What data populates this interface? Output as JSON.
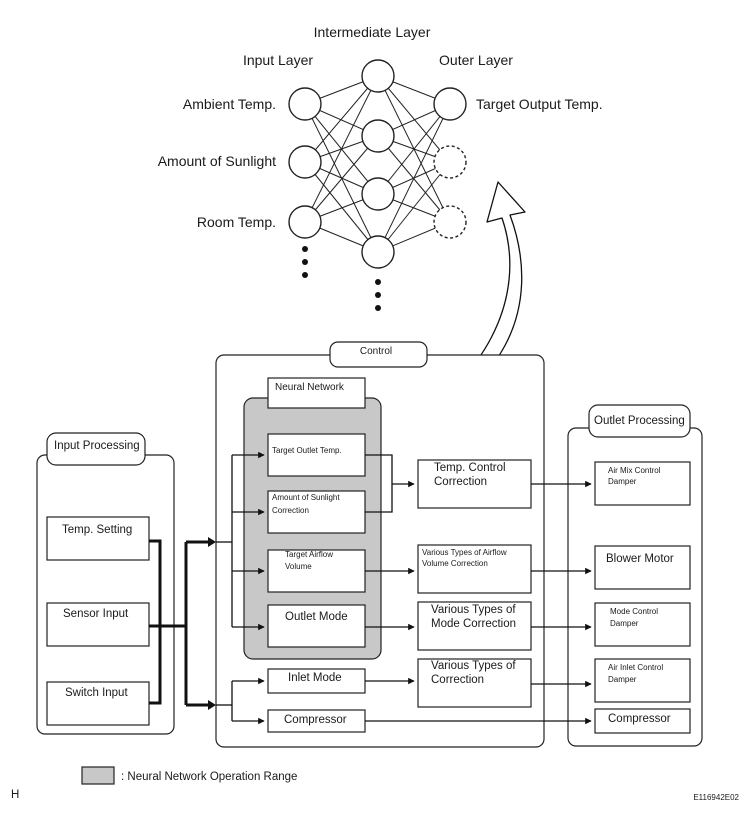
{
  "neural_network": {
    "intermediate_layer": "Intermediate Layer",
    "input_layer": "Input Layer",
    "outer_layer": "Outer Layer",
    "inputs": [
      "Ambient Temp.",
      "Amount of Sunlight",
      "Room Temp."
    ],
    "output": "Target Output Temp."
  },
  "input_processing": {
    "title": "Input Processing",
    "items": [
      "Temp. Setting",
      "Sensor Input",
      "Switch Input"
    ]
  },
  "control": {
    "title": "Control",
    "neural_network_title": "Neural Network",
    "nn_items": [
      [
        "Target Outlet Temp."
      ],
      [
        "Amount of Sunlight",
        "Correction"
      ],
      [
        "Target Airflow",
        "Volume"
      ],
      [
        "Outlet Mode"
      ]
    ],
    "other_items": [
      "Inlet Mode",
      "Compressor"
    ],
    "corrections": [
      [
        "Temp. Control",
        "Correction"
      ],
      [
        "Various Types of Airflow",
        "Volume Correction"
      ],
      [
        "Various Types of",
        "Mode Correction"
      ],
      [
        "Various Types of",
        "Correction"
      ]
    ]
  },
  "outlet_processing": {
    "title": "Outlet Processing",
    "items": [
      [
        "Air Mix Control",
        "Damper"
      ],
      [
        "Blower Motor"
      ],
      [
        "Mode Control",
        "Damper"
      ],
      [
        "Air Inlet Control",
        "Damper"
      ],
      [
        "Compressor"
      ]
    ]
  },
  "legend": {
    "label": ": Neural Network Operation Range",
    "swatch_color": "#c8c8c8"
  },
  "footer": {
    "left_code": "H",
    "right_code": "E116942E02"
  }
}
